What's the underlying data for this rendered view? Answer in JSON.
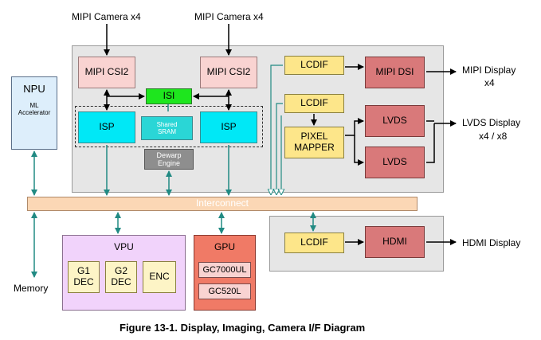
{
  "inputs": {
    "camera_left": "MIPI Camera x4",
    "camera_right": "MIPI Camera x4"
  },
  "blocks": {
    "npu_title": "NPU",
    "npu_sub_line1": "ML",
    "npu_sub_line2": "Accelerator",
    "csi_left": "MIPI CSI2",
    "csi_right": "MIPI CSI2",
    "isi": "ISI",
    "isp_left": "ISP",
    "isp_right": "ISP",
    "shared_sram_line1": "Shared",
    "shared_sram_line2": "SRAM",
    "dewarp_line1": "Dewarp",
    "dewarp_line2": "Engine",
    "lcdif_top": "LCDIF",
    "lcdif_mid": "LCDIF",
    "lcdif_bottom": "LCDIF",
    "pixel_mapper_line1": "PIXEL",
    "pixel_mapper_line2": "MAPPER",
    "mipi_dsi": "MIPI DSI",
    "lvds_top": "LVDS",
    "lvds_bottom": "LVDS",
    "hdmi": "HDMI",
    "interconnect": "Interconnect",
    "memory": "Memory",
    "vpu_title": "VPU",
    "vpu_g1_line1": "G1",
    "vpu_g1_line2": "DEC",
    "vpu_g2_line1": "G2",
    "vpu_g2_line2": "DEC",
    "vpu_enc": "ENC",
    "gpu_title": "GPU",
    "gpu_core1": "GC7000UL",
    "gpu_core2": "GC520L"
  },
  "outputs": {
    "mipi_display_line1": "MIPI Display",
    "mipi_display_line2": "x4",
    "lvds_display_line1": "LVDS Display",
    "lvds_display_line2": "x4 / x8",
    "hdmi_display": "HDMI Display"
  },
  "caption": "Figure 13-1. Display, Imaging, Camera I/F Diagram",
  "colors": {
    "connector_teal": "#218a83",
    "arrow_black": "#000000",
    "panel_gray": "#e6e6e6",
    "interconnect": "#fbd7b5",
    "isi_green": "#1ee61e"
  }
}
